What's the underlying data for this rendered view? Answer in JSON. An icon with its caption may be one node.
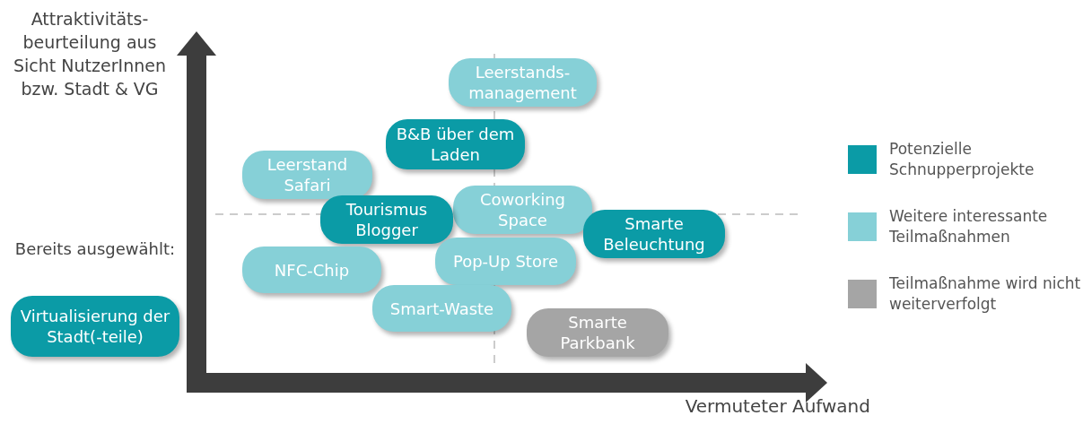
{
  "diagram": {
    "nodes": [
      {
        "text": [
          "Leerstands-management"
        ]
      },
      {
        "text": [
          "B&B über dem Laden"
        ]
      },
      {
        "text": [
          "Leerstand Safari"
        ]
      },
      {
        "text": [
          "Coworking Space"
        ]
      },
      {
        "text": [
          "Tourismus Blogger"
        ]
      },
      {
        "text": [
          "Smarte Beleuchtung"
        ]
      },
      {
        "text": [
          "NFC-Chip"
        ]
      },
      {
        "text": [
          "Pop-Up Store"
        ]
      },
      {
        "text": [
          "Smart-Waste"
        ]
      },
      {
        "text": [
          "Smarte Parkbank"
        ]
      },
      {
        "text": [
          "Bereits ausgewählt:",
          "Virtualisierung der Stadt(-teile)"
        ]
      }
    ],
    "edges": [],
    "labels": [
      "Attraktivitäts-beurteilung aus Sicht NutzerInnen bzw. Stadt & VG",
      "Vermuteter Aufwand"
    ],
    "legend": [
      {
        "text": "Potenzielle Schnupperprojekte",
        "color": "#0b9ba6"
      },
      {
        "text": "Weitere interessante Teilmaßnahmen",
        "color": "#86d0d7"
      },
      {
        "text": "Teilmaßnahme wird nicht weiterverfolgt",
        "color": "#a5a5a5"
      }
    ]
  }
}
